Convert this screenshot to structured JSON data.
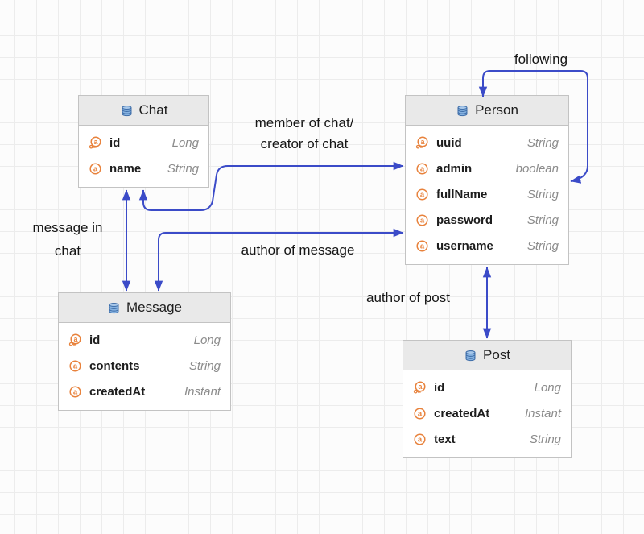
{
  "diagram": {
    "background": "#fcfcfc",
    "grid_color": "#ececec",
    "arrow_color": "#3b4bc8",
    "entity_border": "#c3c3c3",
    "header_bg": "#e9e9e9",
    "attribute_icon_color": "#e8823c",
    "table_icon_color": "#3f6ea9",
    "type_text_color": "#8b8b8b"
  },
  "entities": [
    {
      "title": "Chat",
      "fields": [
        {
          "name": "id",
          "type": "Long",
          "key": true
        },
        {
          "name": "name",
          "type": "String",
          "key": false
        }
      ]
    },
    {
      "title": "Person",
      "fields": [
        {
          "name": "uuid",
          "type": "String",
          "key": true
        },
        {
          "name": "admin",
          "type": "boolean",
          "key": false
        },
        {
          "name": "fullName",
          "type": "String",
          "key": false
        },
        {
          "name": "password",
          "type": "String",
          "key": false
        },
        {
          "name": "username",
          "type": "String",
          "key": false
        }
      ]
    },
    {
      "title": "Message",
      "fields": [
        {
          "name": "id",
          "type": "Long",
          "key": true
        },
        {
          "name": "contents",
          "type": "String",
          "key": false
        },
        {
          "name": "createdAt",
          "type": "Instant",
          "key": false
        }
      ]
    },
    {
      "title": "Post",
      "fields": [
        {
          "name": "id",
          "type": "Long",
          "key": true
        },
        {
          "name": "createdAt",
          "type": "Instant",
          "key": false
        },
        {
          "name": "text",
          "type": "String",
          "key": false
        }
      ]
    }
  ],
  "relations": [
    {
      "lines": [
        "following"
      ]
    },
    {
      "lines": [
        "member of chat/",
        "creator of chat"
      ]
    },
    {
      "lines": [
        "message in",
        "chat"
      ]
    },
    {
      "lines": [
        "author of message"
      ]
    },
    {
      "lines": [
        "author of post"
      ]
    }
  ]
}
